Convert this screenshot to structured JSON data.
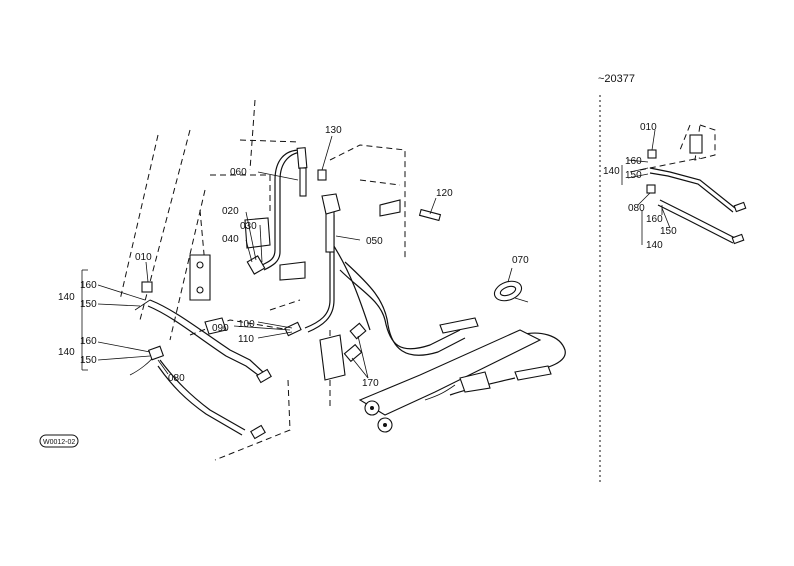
{
  "diagram": {
    "serial_note": "~20377",
    "drawing_code": "W0012-02",
    "main_labels": {
      "l130": "130",
      "l060": "060",
      "l120": "120",
      "l020": "020",
      "l030": "030",
      "l040": "040",
      "l050": "050",
      "l010": "010",
      "l070": "070",
      "l160a": "160",
      "l140a": "140",
      "l150a": "150",
      "l090": "090",
      "l100": "100",
      "l110": "110",
      "l160b": "160",
      "l140b": "140",
      "l150b": "150",
      "l080": "080",
      "l170": "170"
    },
    "inset_labels": {
      "l010": "010",
      "l160a": "160",
      "l140a": "140",
      "l150a": "150",
      "l080": "080",
      "l160b": "160",
      "l150b": "150",
      "l140b": "140"
    }
  }
}
